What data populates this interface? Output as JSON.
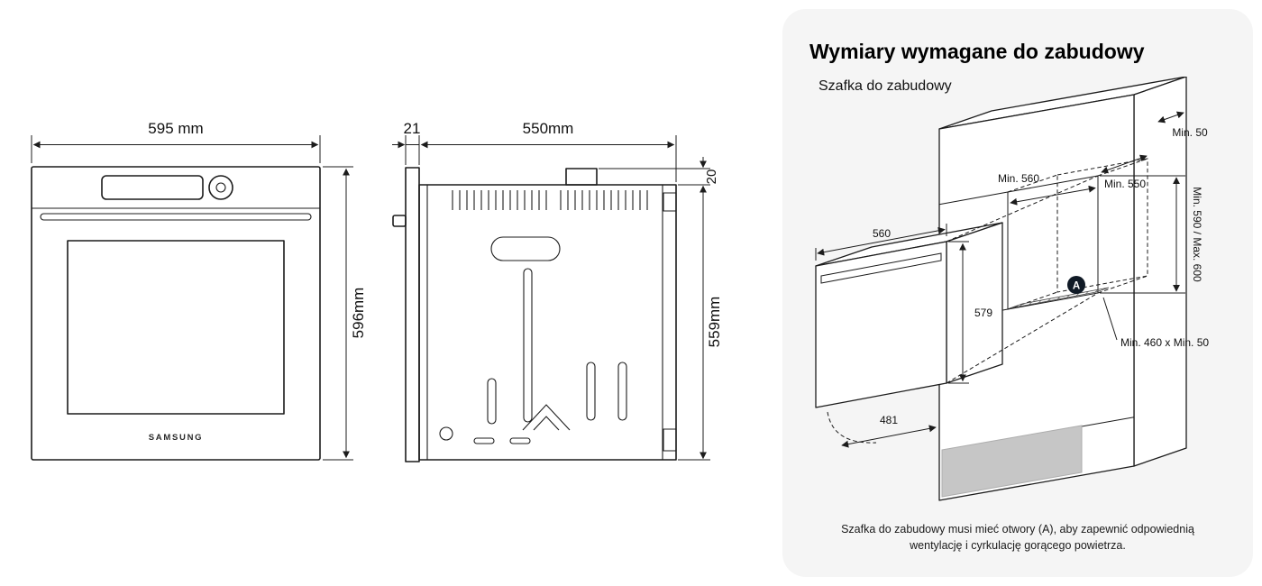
{
  "front_view": {
    "width_label": "595 mm",
    "height_label": "596mm",
    "brand": "SAMSUNG"
  },
  "side_view": {
    "panel_depth_label": "21",
    "depth_label": "550mm",
    "top_offset_label": "20",
    "height_label": "559mm"
  },
  "cabinet": {
    "title": "Wymiary wymagane do zabudowy",
    "subtitle": "Szafka do zabudowy",
    "badge": "A",
    "dims": {
      "rear_gap": "Min. 50",
      "niche_width": "Min. 560",
      "niche_depth": "Min. 550",
      "niche_height": "Min. 590 / Max. 600",
      "oven_width": "560",
      "oven_height": "579",
      "door_open": "481",
      "vent_opening": "Min. 460 x Min. 50"
    },
    "footnote_line1": "Szafka do zabudowy musi mieć otwory (A), aby zapewnić odpowiednią",
    "footnote_line2": "wentylację i cyrkulację gorącego powietrza."
  },
  "colors": {
    "card-bg": "#f5f5f5",
    "line": "#1c1c1c",
    "badge": "#101a26",
    "plinth": "#c6c6c6"
  }
}
